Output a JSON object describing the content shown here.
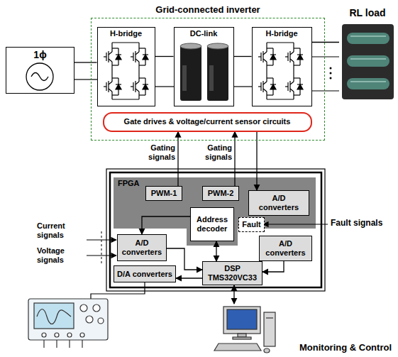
{
  "diagram": {
    "nodes": [
      {
        "text": [
          "Grid-connected inverter"
        ]
      },
      {
        "text": [
          "H-bridge"
        ],
        "in": 0
      },
      {
        "text": [
          "DC-link"
        ],
        "in": 0
      },
      {
        "text": [
          "H-bridge"
        ],
        "in": 0
      },
      {
        "text": [
          "Gate drives & voltage/current sensor circuits"
        ],
        "in": 0
      },
      {
        "text": [
          "1ϕ"
        ]
      },
      {
        "text": [
          "RL load"
        ]
      },
      {
        "text": [
          "FPGA"
        ]
      },
      {
        "text": [
          "PWM-1"
        ],
        "in": 7
      },
      {
        "text": [
          "PWM-2"
        ],
        "in": 7
      },
      {
        "text": [
          "A/D converters"
        ],
        "in": 7
      },
      {
        "text": [
          "Address decoder"
        ],
        "in": 7
      },
      {
        "text": [
          "Fault"
        ],
        "in": 7
      },
      {
        "text": [
          "A/D converters"
        ]
      },
      {
        "text": [
          "A/D converters"
        ]
      },
      {
        "text": [
          "D/A converters"
        ]
      },
      {
        "text": [
          "DSP TMS320VC33"
        ]
      },
      {
        "text": [
          "Monitoring & Control"
        ]
      }
    ],
    "edges": [
      {
        "from": 5,
        "to": 1,
        "arrow": "none"
      },
      {
        "from": 1,
        "to": 2,
        "arrow": "none"
      },
      {
        "from": 2,
        "to": 3,
        "arrow": "none"
      },
      {
        "from": 3,
        "to": 6,
        "arrow": "none"
      },
      {
        "from": 8,
        "to": 4,
        "arrow": "to",
        "label": "Gating signals"
      },
      {
        "from": 9,
        "to": 4,
        "arrow": "to",
        "label": "Gating signals"
      },
      {
        "from": 4,
        "to": 10,
        "arrow": "to"
      },
      {
        "from": 11,
        "to": 13,
        "arrow": "to"
      },
      {
        "from": 11,
        "to": 16,
        "arrow": "both"
      },
      {
        "from": 13,
        "to": 16,
        "arrow": "to"
      },
      {
        "from": 16,
        "to": 15,
        "arrow": "to"
      },
      {
        "from": 14,
        "to": 16,
        "arrow": "to"
      },
      {
        "from": 16,
        "to": 17,
        "arrow": "both"
      }
    ],
    "labels": [
      "Current signals",
      "Voltage signals",
      "Fault signals"
    ]
  }
}
